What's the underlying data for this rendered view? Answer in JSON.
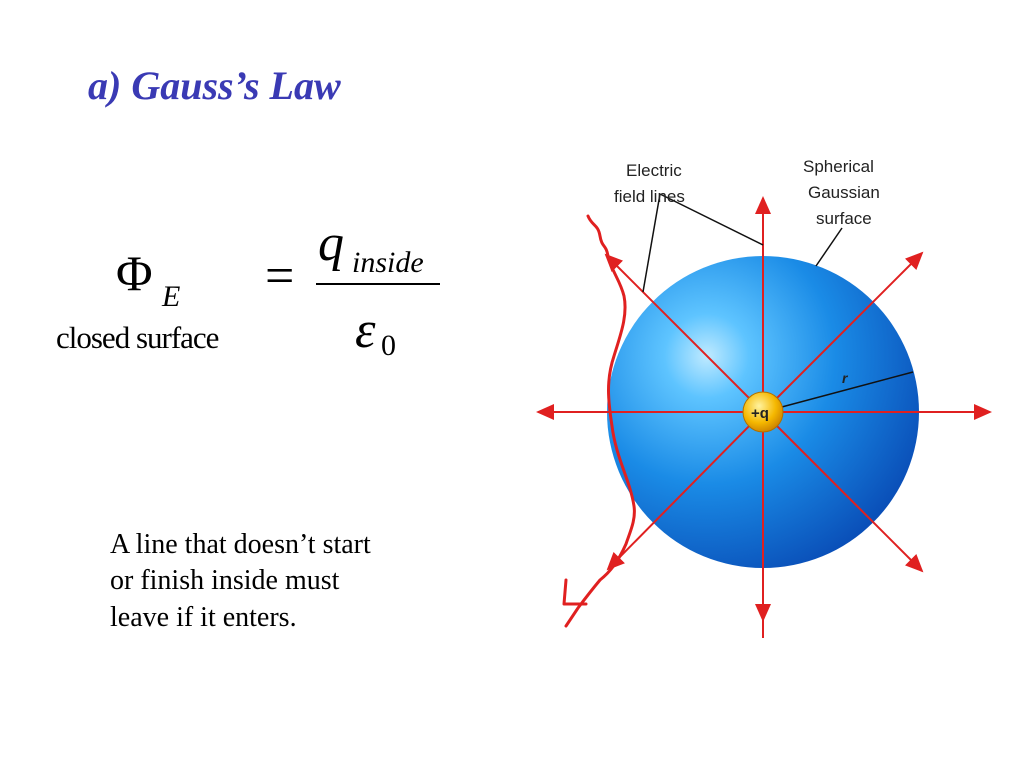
{
  "title": "a) Gauss’s Law",
  "equation": {
    "lhs_symbol": "Φ",
    "lhs_subscript": "E",
    "lhs_label": "closed surface",
    "equals": "=",
    "numerator_symbol": "q",
    "numerator_subscript": "inside",
    "denominator_symbol": "ε",
    "denominator_subscript": "0"
  },
  "note_lines": [
    "A line that doesn’t start",
    "or finish inside must",
    "leave if it enters."
  ],
  "diagram": {
    "label_field_lines_1": "Electric",
    "label_field_lines_2": "field lines",
    "label_surface_1": "Spherical",
    "label_surface_2": "Gaussian",
    "label_surface_3": "surface",
    "charge_label": "+q",
    "radius_label": "r",
    "colors": {
      "sphere": "#1a8be6",
      "field_lines": "#e02020",
      "charge": "#f5b800",
      "title": "#3a3ab4"
    }
  }
}
